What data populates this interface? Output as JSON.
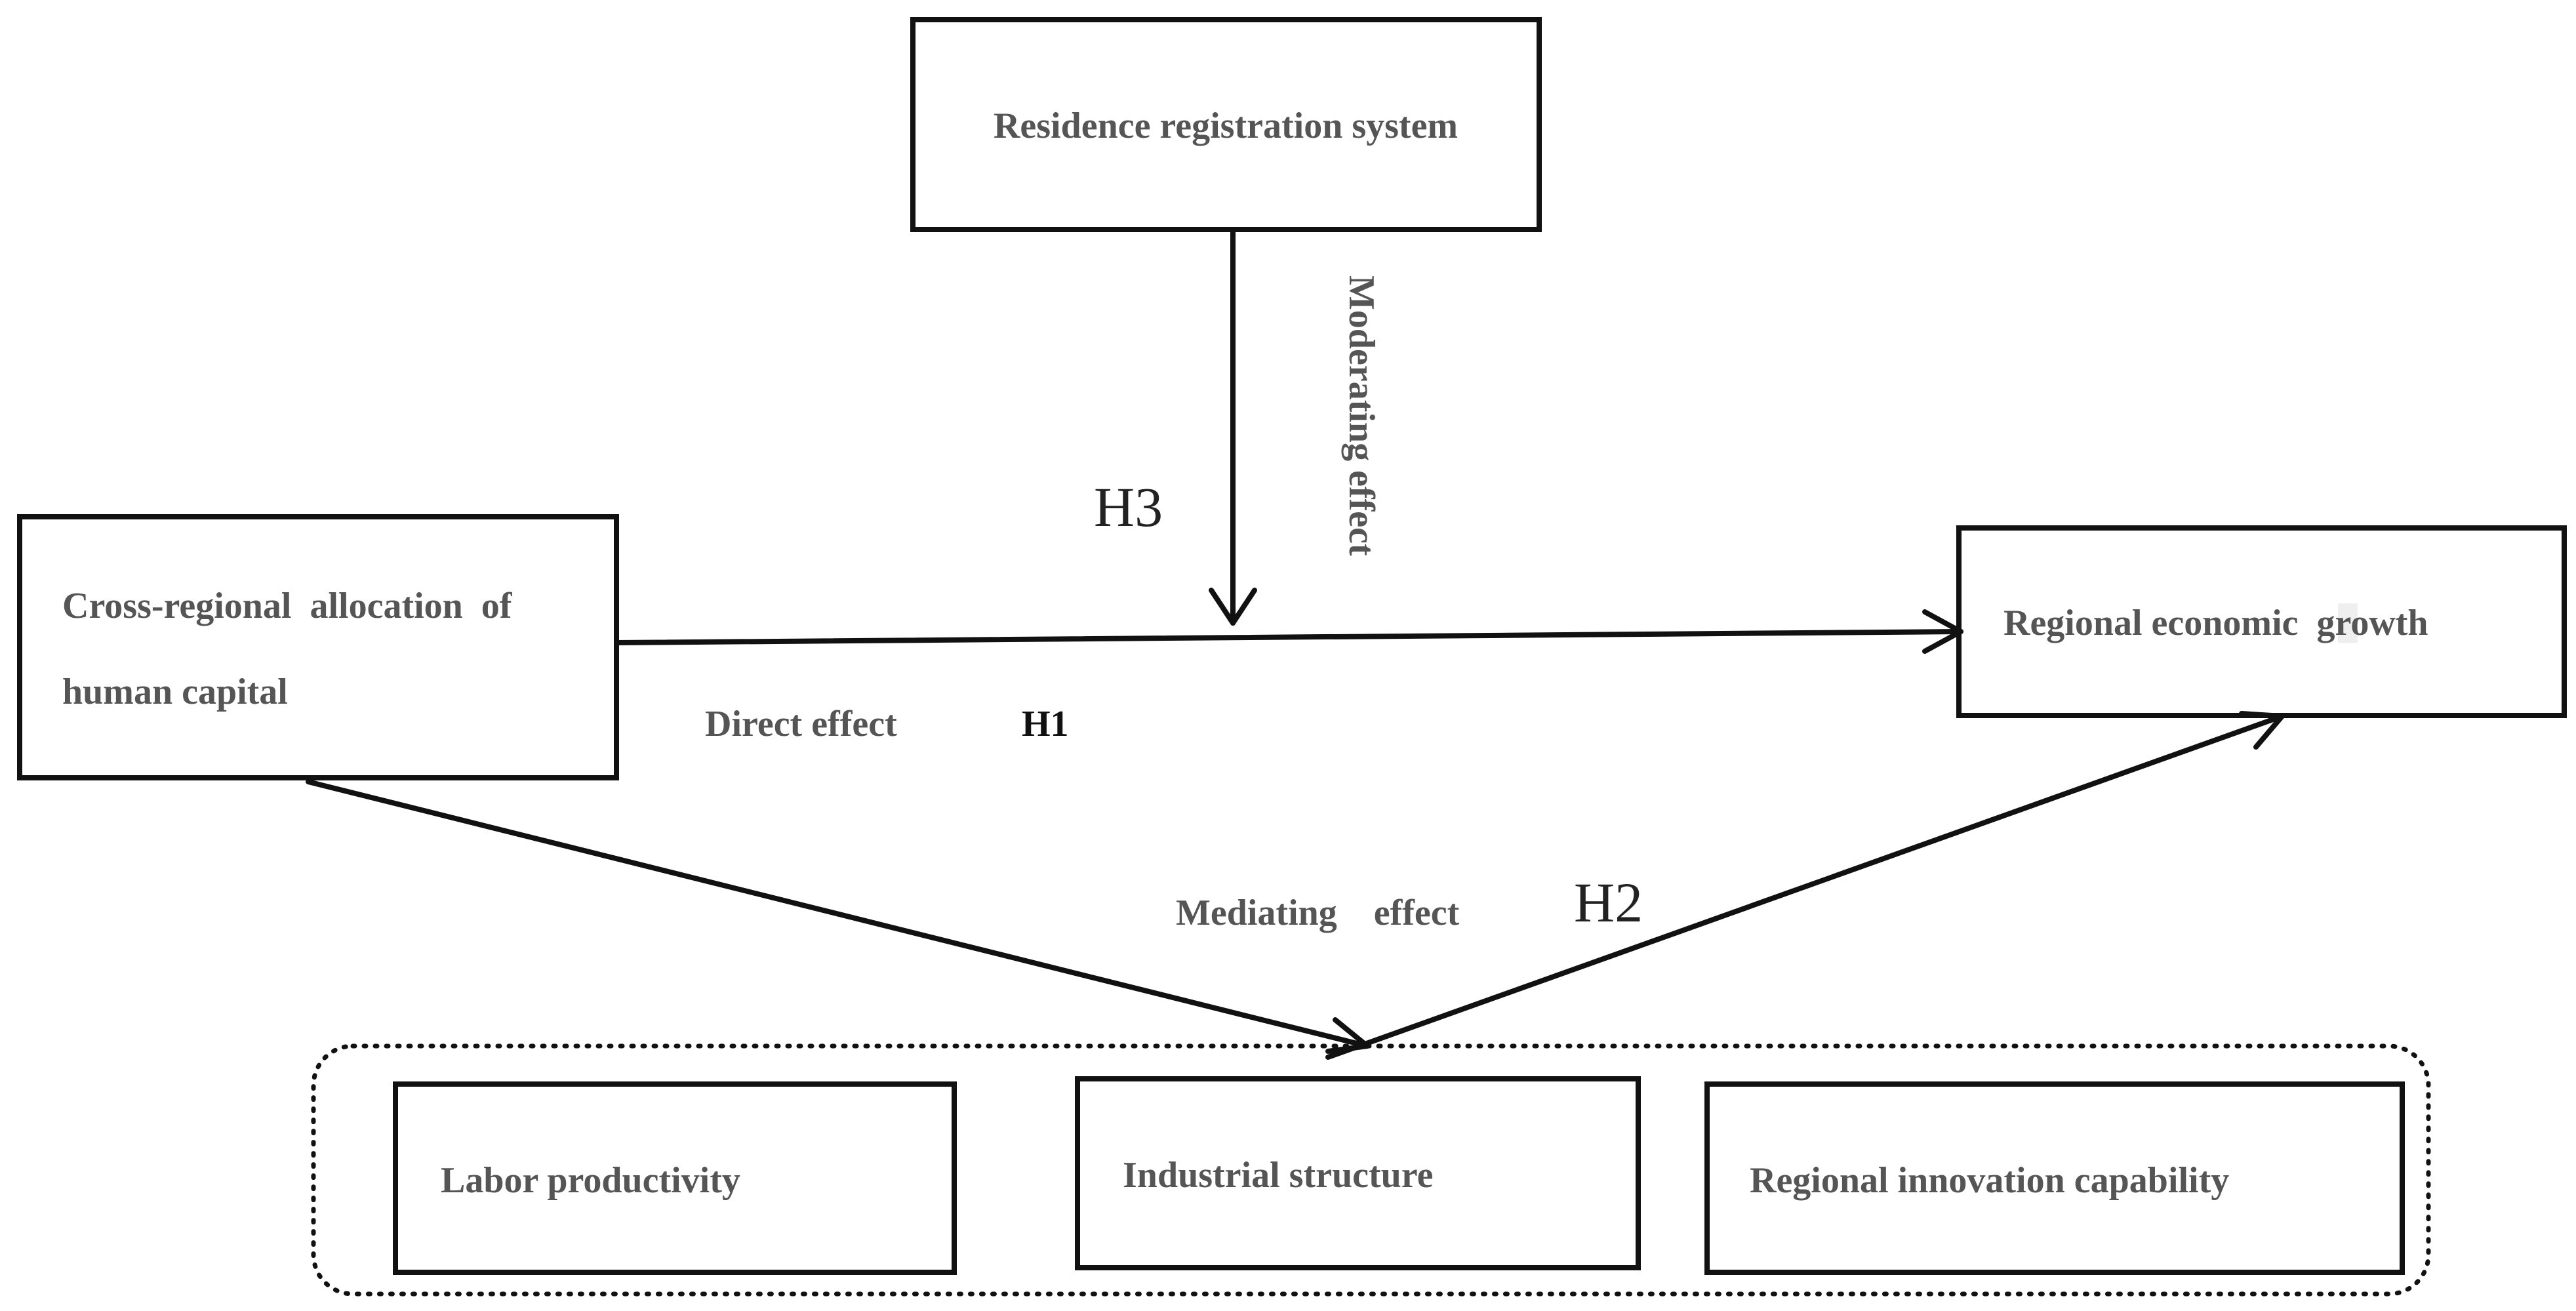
{
  "nodes": {
    "residence": "Residence registration system",
    "cross_regional": {
      "line1": "Cross-regional  allocation  of",
      "line2": "human capital"
    },
    "regional_growth": "Regional economic  growth",
    "labor": "Labor productivity",
    "industrial": "Industrial structure",
    "innovation": "Regional innovation capability"
  },
  "edges": {
    "moderating_label": "Moderating effect",
    "moderating_hypothesis": "H3",
    "direct_label": "Direct effect",
    "direct_hypothesis": "H1",
    "mediating_label": "Mediating    effect",
    "mediating_hypothesis": "H2"
  },
  "colors": {
    "stroke": "#111111",
    "label_text": "#555555",
    "hypothesis_text": "#222222"
  }
}
